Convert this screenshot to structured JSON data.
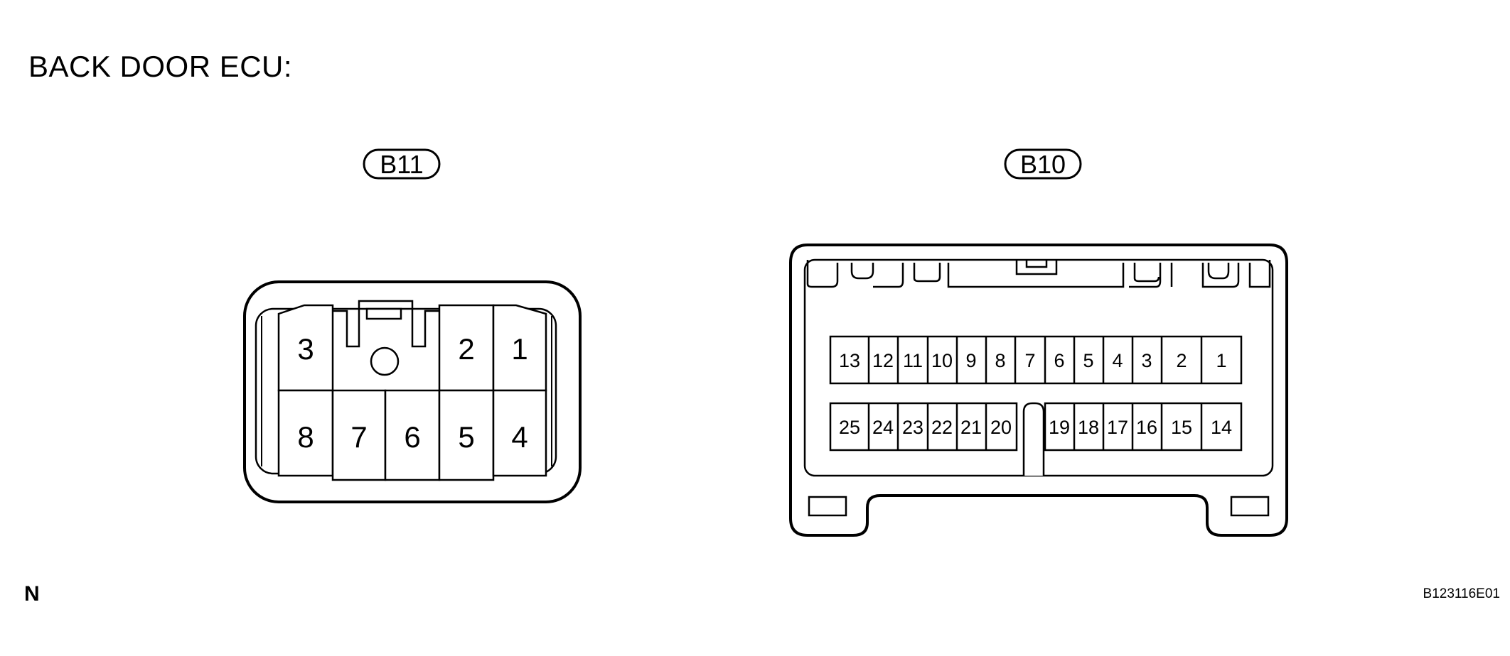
{
  "header": {
    "title": "BACK DOOR ECU:"
  },
  "connectors": {
    "b11": {
      "label": "B11",
      "top_row": [
        "3",
        "2",
        "1"
      ],
      "bottom_row": [
        "8",
        "7",
        "6",
        "5",
        "4"
      ]
    },
    "b10": {
      "label": "B10",
      "top_row": [
        "13",
        "12",
        "11",
        "10",
        "9",
        "8",
        "7",
        "6",
        "5",
        "4",
        "3",
        "2",
        "1"
      ],
      "bottom_left": [
        "25",
        "24",
        "23",
        "22",
        "21",
        "20"
      ],
      "bottom_right": [
        "19",
        "18",
        "17",
        "16",
        "15",
        "14"
      ]
    }
  },
  "footer": {
    "corner_letter": "N",
    "figure_code": "B123116E01"
  }
}
